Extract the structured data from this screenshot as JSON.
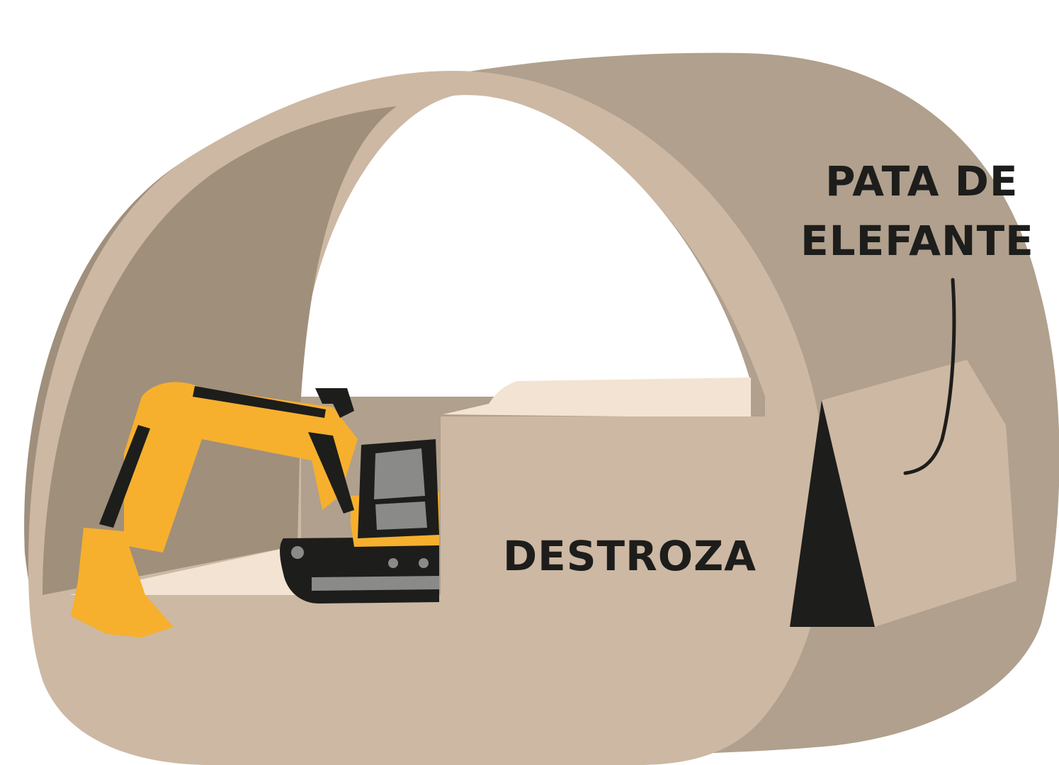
{
  "labels": {
    "elephant_foot_line1": "PATA DE",
    "elephant_foot_line2": "ELEFANTE",
    "bench": "DESTROZA"
  },
  "colors": {
    "background": "#ffffff",
    "tunnel_outer": "#b0a08d",
    "tunnel_outer_shade": "#9f8f7c",
    "tunnel_face": "#cdb8a3",
    "bench_top": "#f3e3d3",
    "excavator_yellow": "#f6b02e",
    "excavator_gray": "#8a8a89",
    "excavator_dark": "#1d1d1b",
    "text": "#1d1d1b"
  }
}
